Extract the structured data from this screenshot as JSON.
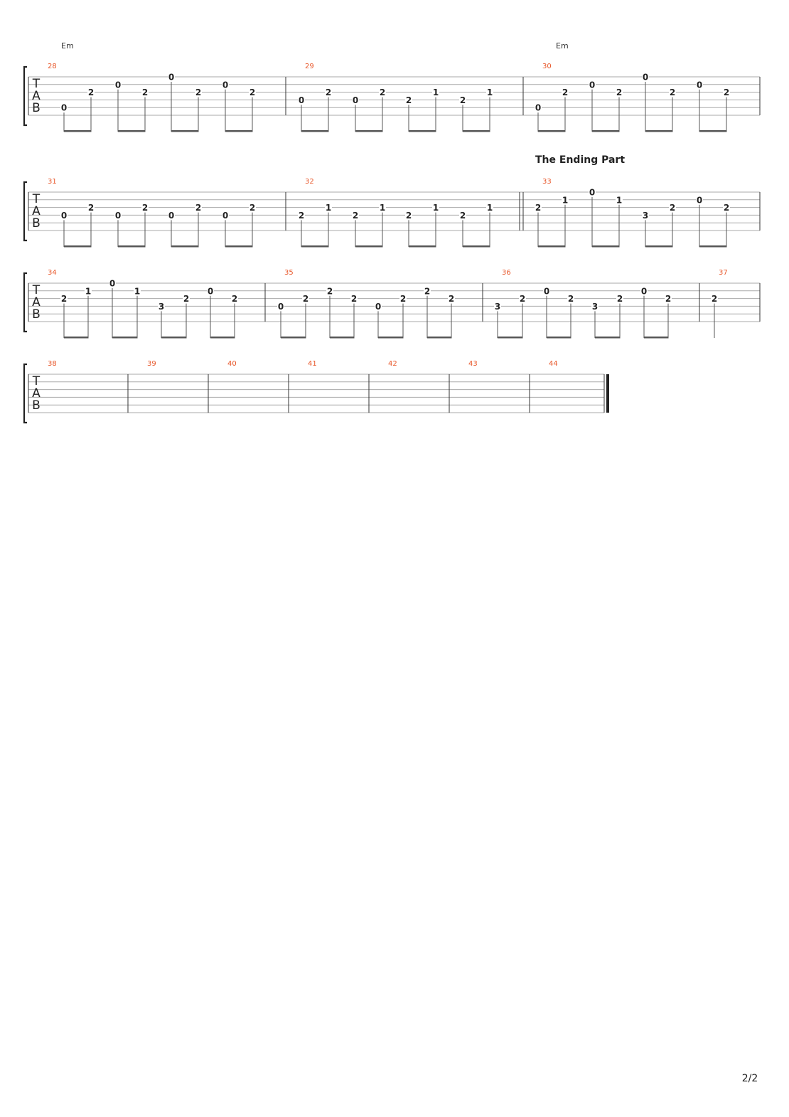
{
  "page": {
    "number": "2/2"
  },
  "clef": [
    "T",
    "A",
    "B"
  ],
  "section_label": "The Ending Part",
  "systems": [
    {
      "measures": [
        {
          "number": "28",
          "chord": "Em",
          "notes": [
            {
              "s": 5,
              "f": "0"
            },
            {
              "s": 3,
              "f": "2"
            },
            {
              "s": 2,
              "f": "0"
            },
            {
              "s": 3,
              "f": "2"
            },
            {
              "s": 1,
              "f": "0"
            },
            {
              "s": 3,
              "f": "2"
            },
            {
              "s": 2,
              "f": "0"
            },
            {
              "s": 3,
              "f": "2"
            }
          ]
        },
        {
          "number": "29",
          "notes": [
            {
              "s": 4,
              "f": "0"
            },
            {
              "s": 3,
              "f": "2"
            },
            {
              "s": 4,
              "f": "0"
            },
            {
              "s": 3,
              "f": "2"
            },
            {
              "s": 4,
              "f": "2"
            },
            {
              "s": 3,
              "f": "1"
            },
            {
              "s": 4,
              "f": "2"
            },
            {
              "s": 3,
              "f": "1"
            }
          ]
        },
        {
          "number": "30",
          "chord": "Em",
          "notes": [
            {
              "s": 5,
              "f": "0"
            },
            {
              "s": 3,
              "f": "2"
            },
            {
              "s": 2,
              "f": "0"
            },
            {
              "s": 3,
              "f": "2"
            },
            {
              "s": 1,
              "f": "0"
            },
            {
              "s": 3,
              "f": "2"
            },
            {
              "s": 2,
              "f": "0"
            },
            {
              "s": 3,
              "f": "2"
            }
          ]
        }
      ]
    },
    {
      "measures": [
        {
          "number": "31",
          "notes": [
            {
              "s": 4,
              "f": "0"
            },
            {
              "s": 3,
              "f": "2"
            },
            {
              "s": 4,
              "f": "0"
            },
            {
              "s": 3,
              "f": "2"
            },
            {
              "s": 4,
              "f": "0"
            },
            {
              "s": 3,
              "f": "2"
            },
            {
              "s": 4,
              "f": "0"
            },
            {
              "s": 3,
              "f": "2"
            }
          ]
        },
        {
          "number": "32",
          "notes": [
            {
              "s": 4,
              "f": "2"
            },
            {
              "s": 3,
              "f": "1"
            },
            {
              "s": 4,
              "f": "2"
            },
            {
              "s": 3,
              "f": "1"
            },
            {
              "s": 4,
              "f": "2"
            },
            {
              "s": 3,
              "f": "1"
            },
            {
              "s": 4,
              "f": "2"
            },
            {
              "s": 3,
              "f": "1"
            }
          ]
        },
        {
          "number": "33",
          "section": true,
          "notes": [
            {
              "s": 3,
              "f": "2"
            },
            {
              "s": 2,
              "f": "1"
            },
            {
              "s": 1,
              "f": "0"
            },
            {
              "s": 2,
              "f": "1"
            },
            {
              "s": 4,
              "f": "3"
            },
            {
              "s": 3,
              "f": "2"
            },
            {
              "s": 2,
              "f": "0"
            },
            {
              "s": 3,
              "f": "2"
            }
          ]
        }
      ]
    },
    {
      "measures": [
        {
          "number": "34",
          "notes": [
            {
              "s": 3,
              "f": "2"
            },
            {
              "s": 2,
              "f": "1"
            },
            {
              "s": 1,
              "f": "0"
            },
            {
              "s": 2,
              "f": "1"
            },
            {
              "s": 4,
              "f": "3"
            },
            {
              "s": 3,
              "f": "2"
            },
            {
              "s": 2,
              "f": "0"
            },
            {
              "s": 3,
              "f": "2"
            }
          ]
        },
        {
          "number": "35",
          "notes": [
            {
              "s": 4,
              "f": "0"
            },
            {
              "s": 3,
              "f": "2"
            },
            {
              "s": 2,
              "f": "2"
            },
            {
              "s": 3,
              "f": "2"
            },
            {
              "s": 4,
              "f": "0"
            },
            {
              "s": 3,
              "f": "2"
            },
            {
              "s": 2,
              "f": "2"
            },
            {
              "s": 3,
              "f": "2"
            }
          ]
        },
        {
          "number": "36",
          "notes": [
            {
              "s": 4,
              "f": "3"
            },
            {
              "s": 3,
              "f": "2"
            },
            {
              "s": 2,
              "f": "0"
            },
            {
              "s": 3,
              "f": "2"
            },
            {
              "s": 4,
              "f": "3"
            },
            {
              "s": 3,
              "f": "2"
            },
            {
              "s": 2,
              "f": "0"
            },
            {
              "s": 3,
              "f": "2"
            }
          ]
        },
        {
          "number": "37",
          "notes": [
            {
              "s": 3,
              "f": "2"
            }
          ]
        }
      ]
    },
    {
      "measures": [
        {
          "number": "38",
          "notes": []
        },
        {
          "number": "39",
          "notes": []
        },
        {
          "number": "40",
          "notes": []
        },
        {
          "number": "41",
          "notes": []
        },
        {
          "number": "42",
          "notes": []
        },
        {
          "number": "43",
          "notes": []
        },
        {
          "number": "44",
          "notes": [],
          "final": true
        }
      ]
    }
  ]
}
